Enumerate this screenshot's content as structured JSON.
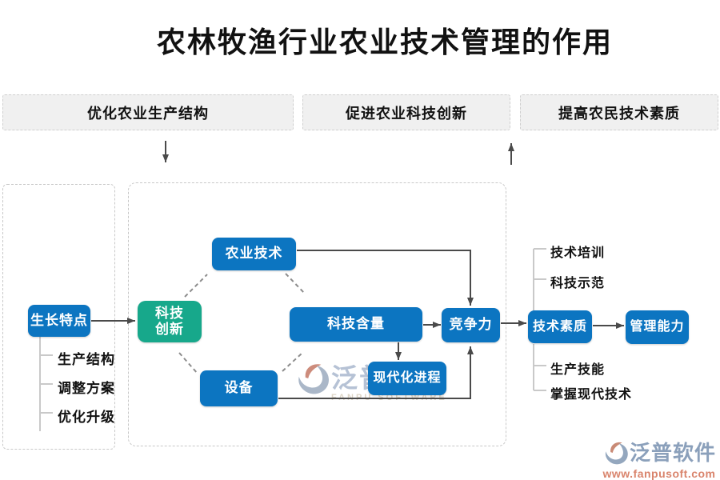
{
  "title": "农林牧渔行业农业技术管理的作用",
  "top_boxes": [
    {
      "label": "优化农业生产结构"
    },
    {
      "label": "促进农业科技创新"
    },
    {
      "label": "提高农民技术素质"
    }
  ],
  "flowchart": {
    "growth_traits": "生长特点",
    "tech_innovation": "科技创新",
    "agri_technology": "农业技术",
    "equipment": "设备",
    "tech_content": "科技含量",
    "modernization": "现代化进程",
    "competitiveness": "竞争力",
    "tech_quality": "技术素质",
    "management_ability": "管理能力"
  },
  "left_list": {
    "items": [
      "生产结构",
      "调整方案",
      "优化升级"
    ]
  },
  "right_list": {
    "top_items": [
      "技术培训",
      "科技示范"
    ],
    "bottom_items": [
      "生产技能",
      "掌握现代技术"
    ]
  },
  "watermark": {
    "brand": "泛普软件",
    "brand_en": "FANPU SOFTWARE",
    "url": "www.fanpusoft.com"
  },
  "colors": {
    "node_blue": "#0c75c1",
    "node_green": "#17a88b",
    "top_box_bg": "#f0f0f0",
    "connector_gray": "#4a4a4a",
    "tree_line_gray": "#c9c9c9",
    "watermark_blue": "#8ba0bb",
    "watermark_url_red": "#d9846c"
  }
}
